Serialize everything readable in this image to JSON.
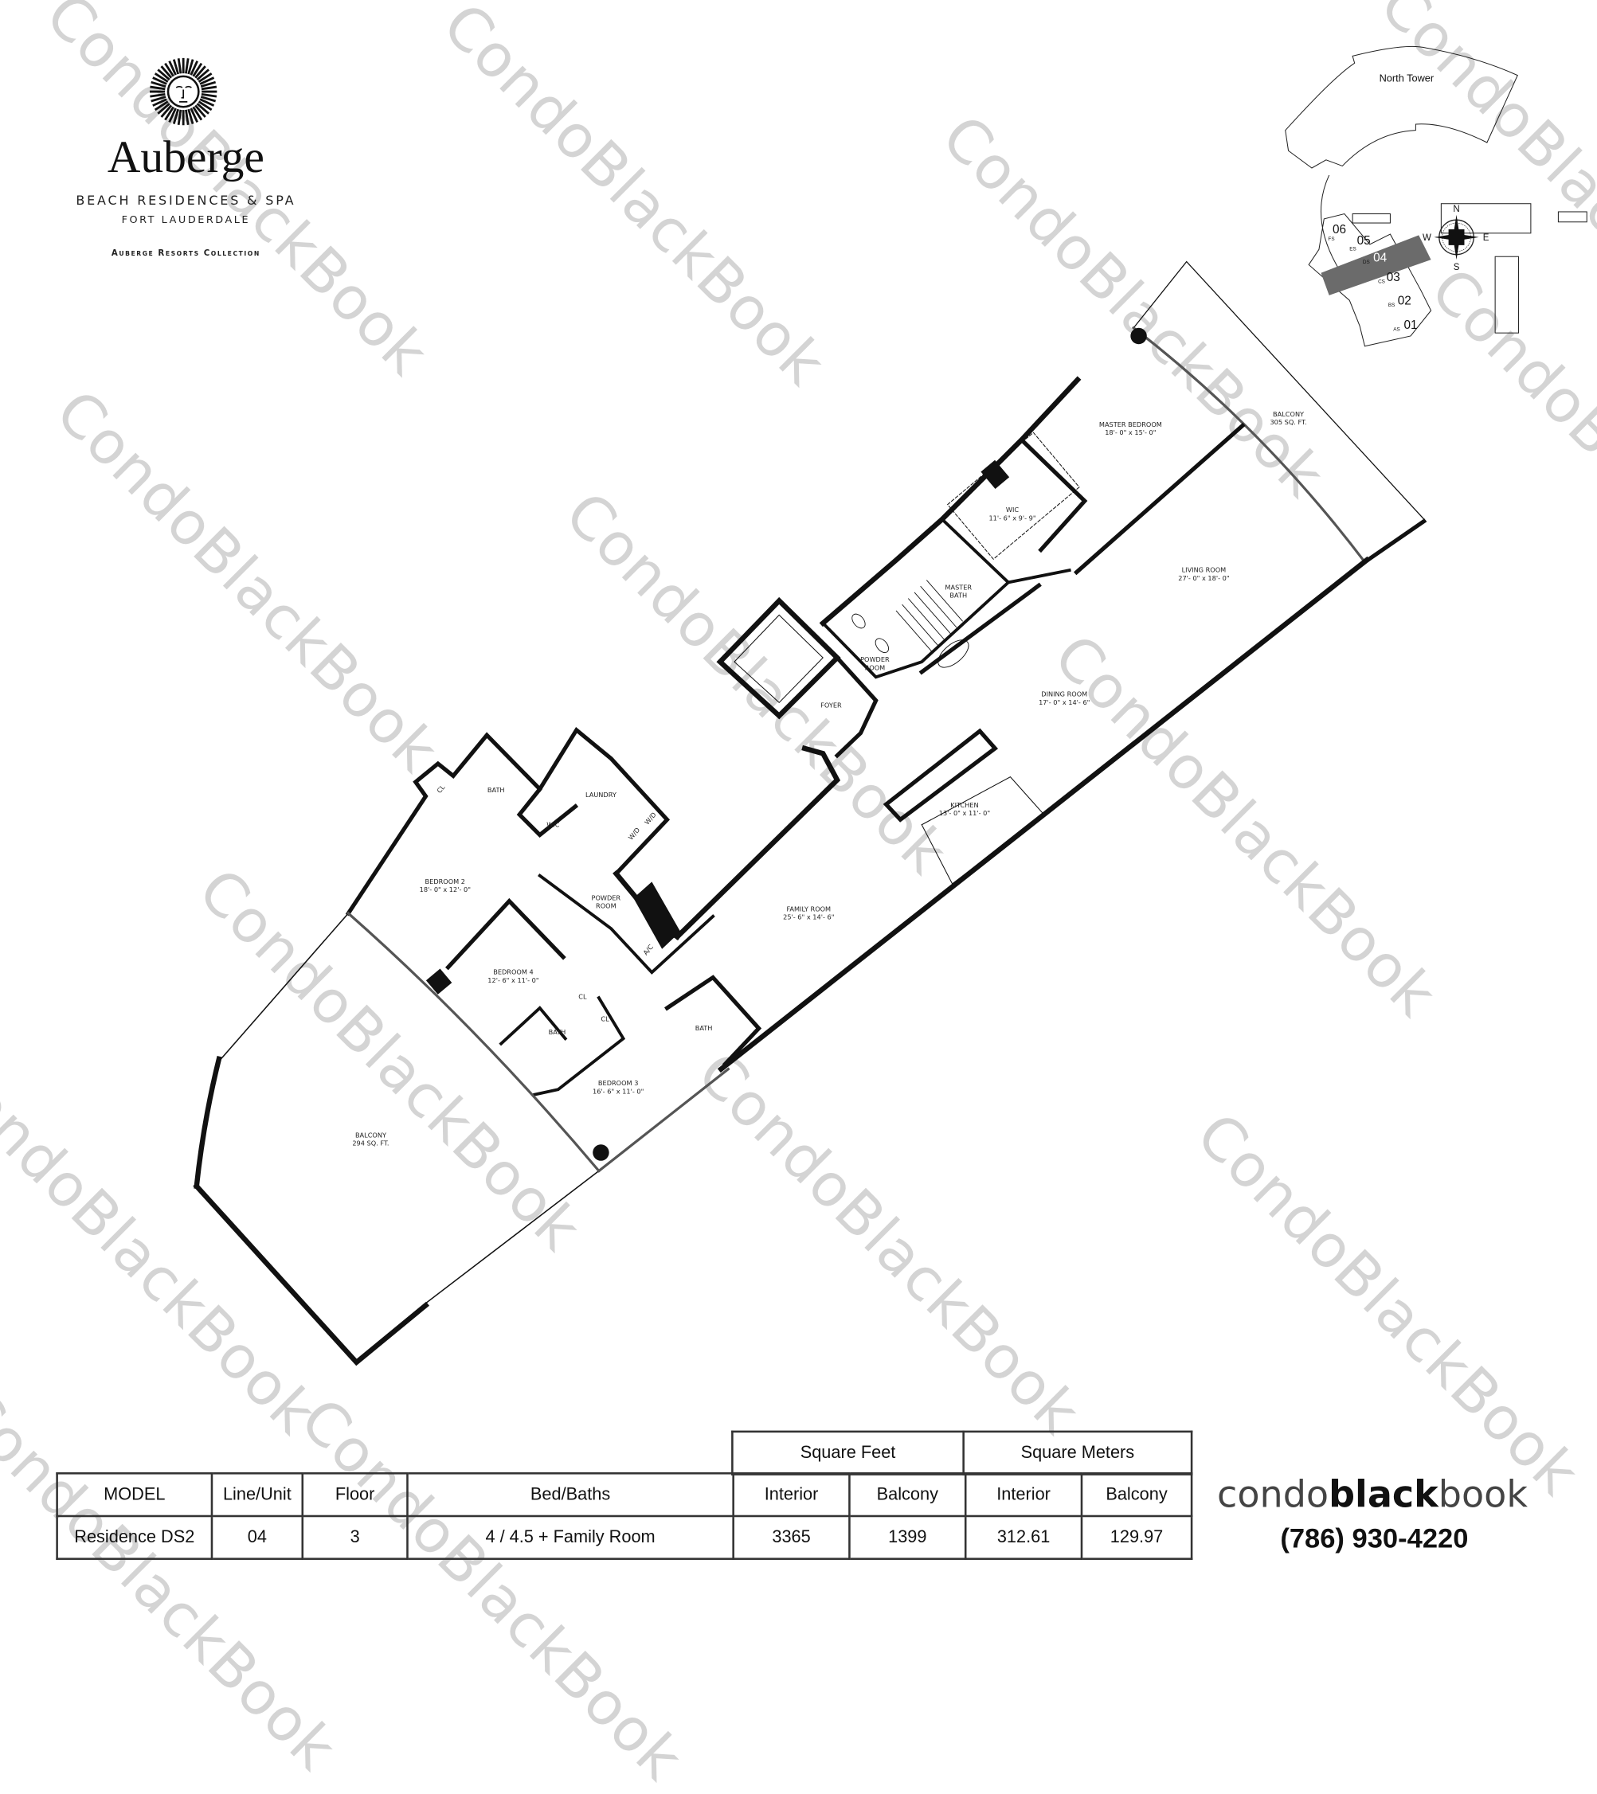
{
  "brand": {
    "name": "Auberge",
    "line1": "BEACH RESIDENCES & SPA",
    "line2": "FORT LAUDERDALE",
    "line3": "Auberge Resorts Collection"
  },
  "keyplan": {
    "tower_label": "North Tower",
    "compass": {
      "n": "N",
      "s": "S",
      "e": "E",
      "w": "W"
    },
    "units": [
      {
        "number": "06",
        "code": "FS"
      },
      {
        "number": "05",
        "code": "ES"
      },
      {
        "number": "04",
        "code": "DS",
        "highlighted": true
      },
      {
        "number": "03",
        "code": "CS"
      },
      {
        "number": "02",
        "code": "BS"
      },
      {
        "number": "01",
        "code": "AS"
      }
    ],
    "highlight_color": "#6b6b6b"
  },
  "rooms": {
    "master_bedroom": {
      "name": "MASTER BEDROOM",
      "dims": "18'- 0\" x 15'- 0\""
    },
    "balcony_right": {
      "name": "BALCONY",
      "dims": "305 SQ. FT."
    },
    "wic_master": {
      "name": "WIC",
      "dims": "11'- 6\" x 9'- 9\""
    },
    "master_bath": {
      "name": "MASTER",
      "dims": "BATH"
    },
    "living_room": {
      "name": "LIVING ROOM",
      "dims": "27'- 0\" x 18'- 0\""
    },
    "powder_room_1": {
      "name": "POWDER",
      "dims": "ROOM"
    },
    "foyer": {
      "name": "FOYER"
    },
    "dining_room": {
      "name": "DINING ROOM",
      "dims": "17'- 0\" x 14'- 6\""
    },
    "kitchen": {
      "name": "KITCHEN",
      "dims": "13'- 0\" x 11'- 0\""
    },
    "laundry": {
      "name": "LAUNDRY"
    },
    "bath_2": {
      "name": "BATH"
    },
    "wic_2": {
      "name": "WIC"
    },
    "cl_1": {
      "name": "CL"
    },
    "bedroom_2": {
      "name": "BEDROOM 2",
      "dims": "18'- 0\" x 12'- 0\""
    },
    "powder_room_2": {
      "name": "POWDER",
      "dims": "ROOM"
    },
    "family_room": {
      "name": "FAMILY ROOM",
      "dims": "25'- 6\" x 14'- 6\""
    },
    "bedroom_4": {
      "name": "BEDROOM 4",
      "dims": "12'- 6\" x 11'- 0\""
    },
    "cl_2": {
      "name": "CL"
    },
    "cl_3": {
      "name": "CL"
    },
    "bath_4": {
      "name": "BATH"
    },
    "bath_3": {
      "name": "BATH"
    },
    "bedroom_3": {
      "name": "BEDROOM 3",
      "dims": "16'- 6\" x 11'- 0\""
    },
    "balcony_left": {
      "name": "BALCONY",
      "dims": "294 SQ. FT."
    },
    "fixtures": {
      "ac": "A/C",
      "wd": "W/D"
    }
  },
  "specs": {
    "group_headers": {
      "sqft": "Square Feet",
      "sqm": "Square Meters"
    },
    "headers": [
      "MODEL",
      "Line/Unit",
      "Floor",
      "Bed/Baths",
      "Interior",
      "Balcony",
      "Interior",
      "Balcony"
    ],
    "row": [
      "Residence DS2",
      "04",
      "3",
      "4 / 4.5 + Family Room",
      "3365",
      "1399",
      "312.61",
      "129.97"
    ]
  },
  "contact": {
    "brand_light1": "condo",
    "brand_bold": "black",
    "brand_light2": "book",
    "phone": "(786) 930-4220"
  },
  "watermark": "CondoBlackBook"
}
